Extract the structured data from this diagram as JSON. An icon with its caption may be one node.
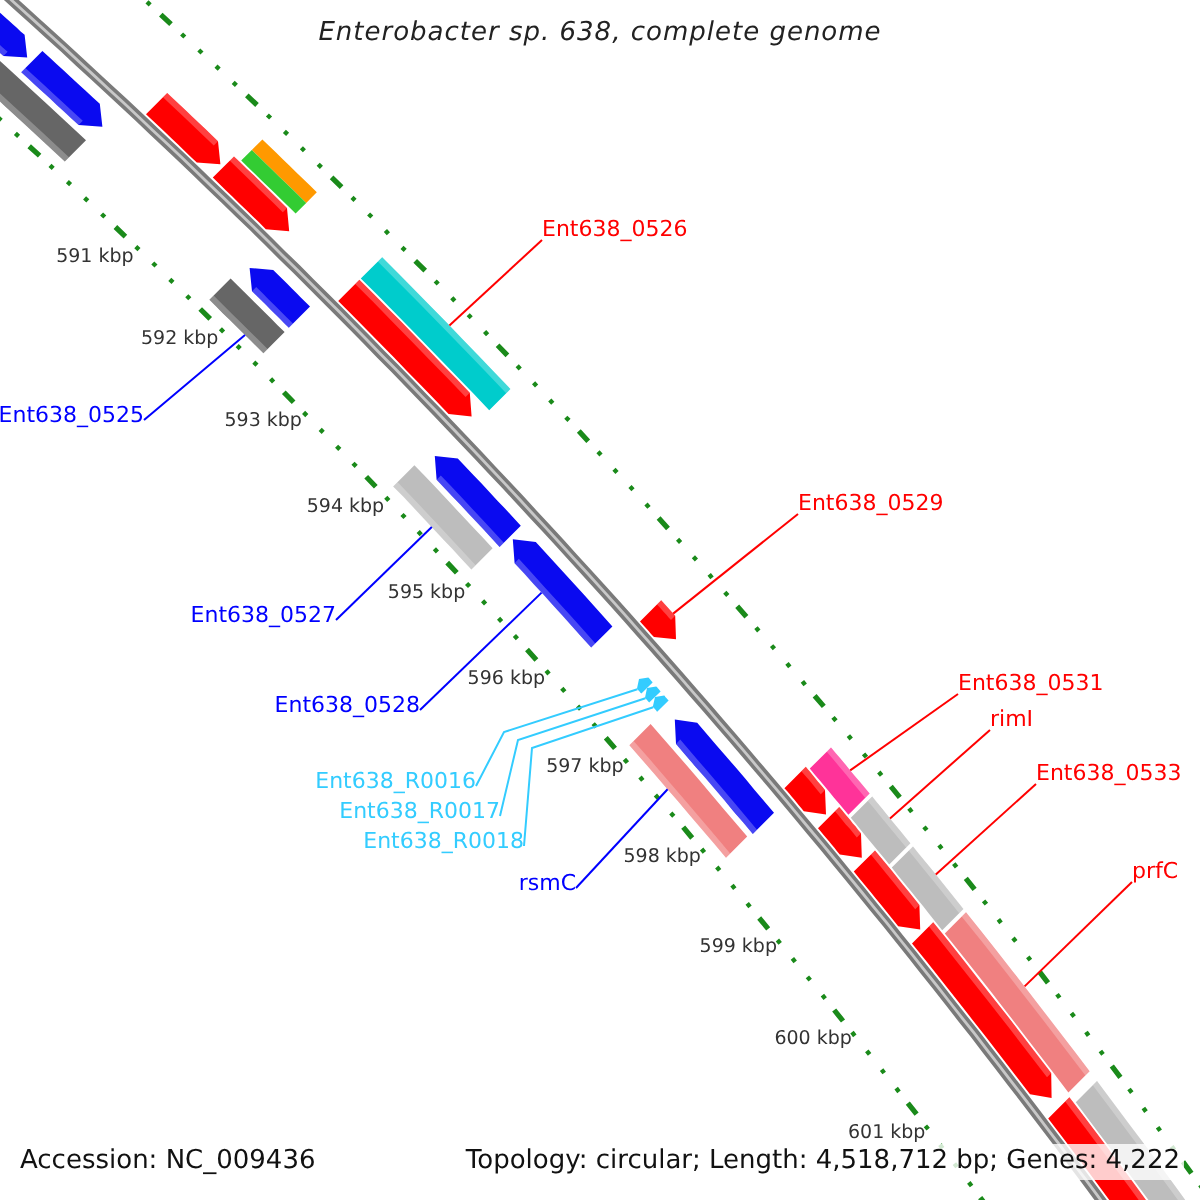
{
  "diagram": {
    "title": "Enterobacter sp. 638, complete genome",
    "nodes": [
      {
        "text": [
          "Ent638_0526"
        ]
      },
      {
        "text": [],
        "shape": "bar"
      },
      {
        "text": [
          "Ent638_0525"
        ]
      },
      {
        "text": [],
        "shape": "bar"
      },
      {
        "text": [
          "Ent638_0529"
        ]
      },
      {
        "text": [],
        "shape": "bar"
      },
      {
        "text": [
          "Ent638_0527"
        ]
      },
      {
        "text": [],
        "shape": "bar"
      },
      {
        "text": [
          "Ent638_0531"
        ]
      },
      {
        "text": [],
        "shape": "bar"
      },
      {
        "text": [
          "Ent638_0528"
        ]
      },
      {
        "text": [],
        "shape": "bar"
      },
      {
        "text": [
          "rimI"
        ]
      },
      {
        "text": [],
        "shape": "bar"
      },
      {
        "text": [
          "Ent638_0533"
        ]
      },
      {
        "text": [],
        "shape": "bar"
      },
      {
        "text": [
          "Ent638_R0016"
        ]
      },
      {
        "text": [],
        "shape": "bar"
      },
      {
        "text": [
          "Ent638_R0017"
        ]
      },
      {
        "text": [],
        "shape": "bar"
      },
      {
        "text": [
          "Ent638_R0018"
        ]
      },
      {
        "text": [],
        "shape": "bar"
      },
      {
        "text": [
          "prfC"
        ]
      },
      {
        "text": [],
        "shape": "bar"
      },
      {
        "text": [
          "rsmC"
        ]
      },
      {
        "text": [],
        "shape": "bar"
      }
    ],
    "edges": [
      {
        "from": 0,
        "to": 1,
        "arrow": "none"
      },
      {
        "from": 2,
        "to": 3,
        "arrow": "none",
        "color": "#0000ff"
      },
      {
        "from": 4,
        "to": 5,
        "arrow": "none"
      },
      {
        "from": 6,
        "to": 7,
        "arrow": "none",
        "color": "#0000ff"
      },
      {
        "from": 8,
        "to": 9,
        "arrow": "none"
      },
      {
        "from": 10,
        "to": 11,
        "arrow": "none",
        "color": "#0000ff"
      },
      {
        "from": 12,
        "to": 13,
        "arrow": "none"
      },
      {
        "from": 14,
        "to": 15,
        "arrow": "none"
      },
      {
        "from": 16,
        "to": 17,
        "arrow": "none",
        "color": "#33ccff"
      },
      {
        "from": 18,
        "to": 19,
        "arrow": "none",
        "color": "#33ccff"
      },
      {
        "from": 20,
        "to": 21,
        "arrow": "none",
        "color": "#33ccff"
      },
      {
        "from": 22,
        "to": 23,
        "arrow": "none"
      },
      {
        "from": 24,
        "to": 25,
        "arrow": "none",
        "color": "#0000ff"
      }
    ],
    "labels": [
      "591 kbp",
      "592 kbp",
      "593 kbp",
      "594 kbp",
      "595 kbp",
      "596 kbp",
      "597 kbp",
      "598 kbp",
      "599 kbp",
      "600 kbp",
      "601 kbp",
      "Accession: NC_009436",
      "Topology: circular; Length: 4,518,712 bp; Genes: 4,222"
    ]
  }
}
